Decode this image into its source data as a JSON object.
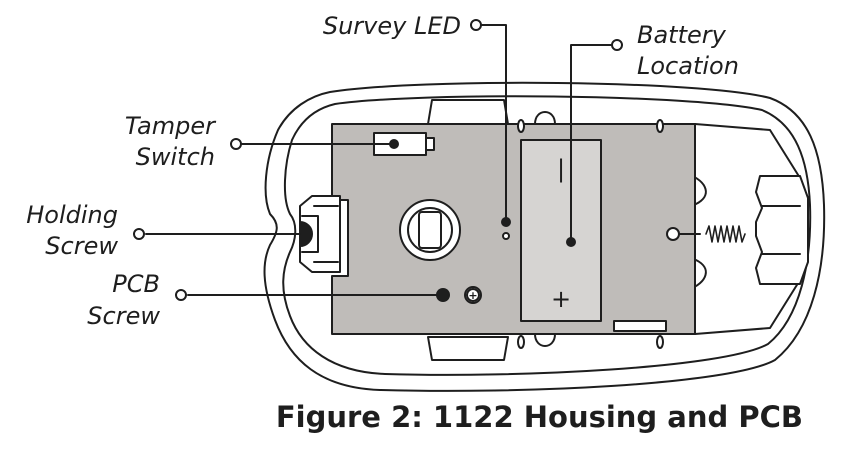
{
  "callouts": {
    "survey_led": "Survey LED",
    "battery_line1": "Battery",
    "battery_line2": "Location",
    "tamper_line1": "Tamper",
    "tamper_line2": "Switch",
    "holding_line1": "Holding",
    "holding_line2": "Screw",
    "pcb_line1": "PCB",
    "pcb_line2": "Screw"
  },
  "battery_marks": {
    "negative": "|",
    "positive": "+"
  },
  "pcb_screw_mark": "+",
  "caption": "Figure 2: 1122 Housing and PCB",
  "colors": {
    "pcb": "#bfbcb9",
    "battery": "#d6d4d2",
    "stroke": "#1e1e1e",
    "housing": "#ffffff"
  }
}
